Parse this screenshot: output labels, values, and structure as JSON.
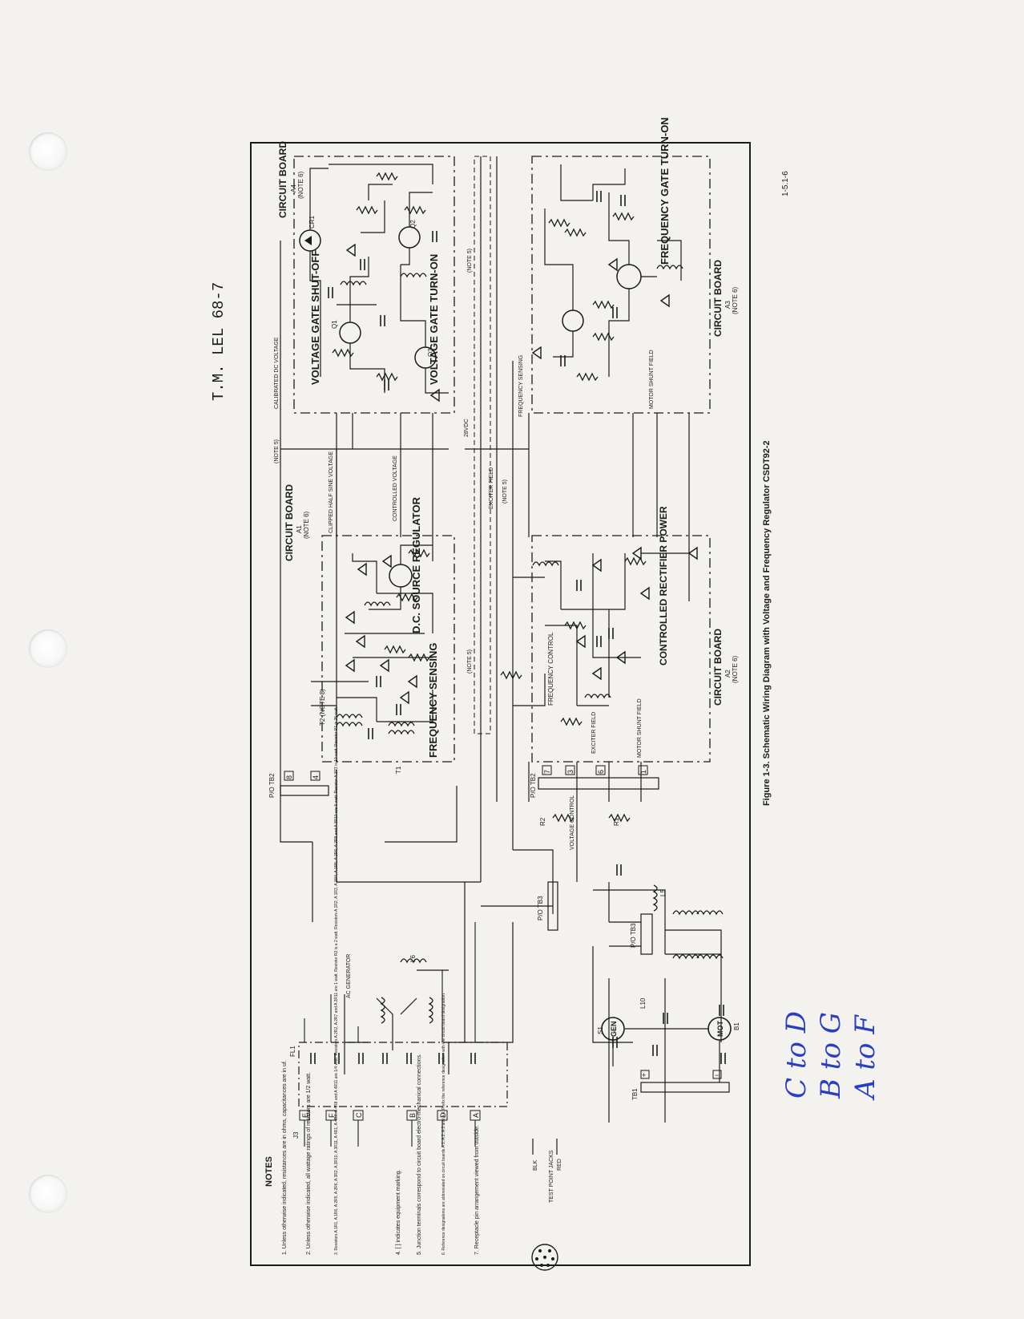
{
  "doc_header": "T.M. LEL 68-7",
  "figure_caption": "Figure 1-3. Schematic Wiring Diagram with Voltage and Frequency Regulator CSDT92-2",
  "page_number": "1-5.1-6",
  "handwritten": [
    "C to D",
    "B to G",
    "A to F"
  ],
  "boards": {
    "a1": {
      "title": "CIRCUIT BOARD",
      "ref": "A1",
      "note": "(NOTE 6)"
    },
    "a2": {
      "title": "CIRCUIT BOARD",
      "ref": "A2",
      "note": "(NOTE 6)"
    },
    "a3": {
      "title": "CIRCUIT BOARD",
      "ref": "A3",
      "note": "(NOTE 6)"
    },
    "a4": {
      "title": "CIRCUIT BOARD",
      "ref": "A4",
      "note": "(NOTE 6)"
    }
  },
  "sections": {
    "voltage_gate_shutoff": "VOLTAGE GATE SHUT-OFF",
    "voltage_gate_turnon": "VOLTAGE GATE TURN-ON",
    "frequency_gate_turnon": "FREQUENCY GATE TURN-ON",
    "dc_source_regulator": "D.C. SOURCE REGULATOR",
    "frequency_sensing": "FREQUENCY SENSING",
    "controlled_rectifier_power": "CONTROLLED RECTIFIER POWER",
    "frequency_control": "FREQUENCY CONTROL"
  },
  "signals": {
    "calibrated_dc_voltage": "CALIBRATED DC VOLTAGE",
    "clipped_half_sine": "CLIPPED HALF SINE VOLTAGE",
    "controlled_voltage": "CONTROLLED VOLTAGE",
    "v28dc": "28VDC",
    "frequency_sensing": "FREQUENCY SENSING",
    "exciter_field": "EXCITER FIELD",
    "motor_shunt_field": "MOTOR SHUNT FIELD",
    "voltage_control": "VOLTAGE CONTROL",
    "ac_generator": "AC GENERATOR",
    "test_point_jacks": "TEST POINT JACKS",
    "note5": "(NOTE 5)"
  },
  "components": {
    "gen": "GEN",
    "mot": "MOT",
    "tb1": "TB1",
    "tb2": "P/O TB2",
    "tb3": "P/O TB3",
    "tb3b": "P/O TB3",
    "fl1": "FL1",
    "j3": "J3",
    "t1": "T1",
    "t2": "T2 (NOTE 8)",
    "q1": "Q1",
    "q2": "Q2",
    "q3": "Q3",
    "r1": "R1",
    "r2": "R2",
    "l5": "L5",
    "l6": "L6",
    "l10": "L10",
    "cr1": "CR1",
    "s1": "S1",
    "b1": "B1"
  },
  "terminals": [
    "E",
    "F",
    "C",
    "B",
    "D",
    "A"
  ],
  "tb_markers": [
    "8",
    "4",
    "7",
    "3",
    "6",
    "1"
  ],
  "notes": {
    "heading": "NOTES",
    "items": [
      "1. Unless otherwise indicated, resistances are in ohms, capacitances are in uf.",
      "2. Unless otherwise indicated, all wattage ratings of resistors are 1/2 watt.",
      "3. Resistors A 1R1, A 1R6, A 2R5, A 2R6, A 3R2, A 3R10, A 3R11, A 4R1, A 4R7, A 4R8 and A 4R11 are 1/4 watt. Resistors A 2R2, A 2R7 and A 2R11 are 1 watt. Resistor R2 is a 2 watt. Resistors A 1R2, A 1R3, A 1R4, A 1R5, A 2R6, A 2R9 and A 3R10 are 5 watt. Resistor A 2R3 is 10 watt. Resistor R1 is 25 watt.",
      "4. [ ] indicates equipment marking.",
      "5. Junction terminals correspond to circuit board electro-mechanical connections.",
      "6. Reference designations are abbreviated on circuit boards A 1, A 2, A 3 and A 4. Prefix the reference designation with the circuit board designation.",
      "7. Receptacle pin arrangement viewed from outside."
    ]
  },
  "jack_labels": [
    "BLK",
    "RED"
  ]
}
